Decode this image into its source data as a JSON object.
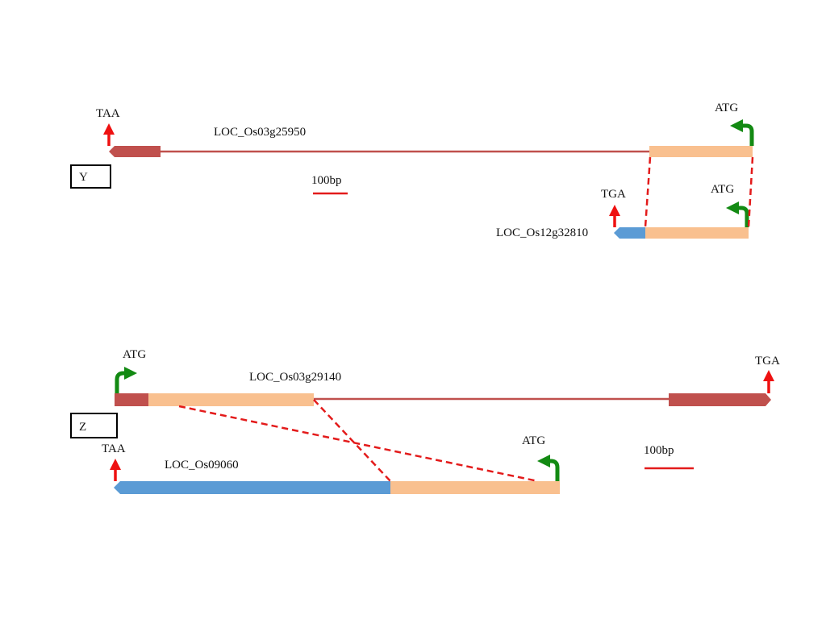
{
  "colors": {
    "intron": "#c0504d",
    "exon_red": "#c0504d",
    "exon_blue": "#5b9bd5",
    "exon_peach": "#f9c08f",
    "stop_arrow": "#ee1111",
    "start_arrow": "#138a13",
    "dashed": "#e31b1b",
    "scale_bar": "#e31b1b"
  },
  "panel_y": {
    "panel_label": "Y",
    "gene_top": "LOC_Os03g25950",
    "gene_bottom": "LOC_Os12g32810",
    "stop_top": "TAA",
    "start_top": "ATG",
    "stop_bottom": "TGA",
    "start_bottom": "ATG",
    "scale": "100bp"
  },
  "panel_z": {
    "panel_label": "Z",
    "gene_top": "LOC_Os03g29140",
    "gene_bottom": "LOC_Os09060",
    "start_top": "ATG",
    "stop_top": "TGA",
    "stop_bottom": "TAA",
    "start_bottom": "ATG",
    "scale": "100bp"
  }
}
